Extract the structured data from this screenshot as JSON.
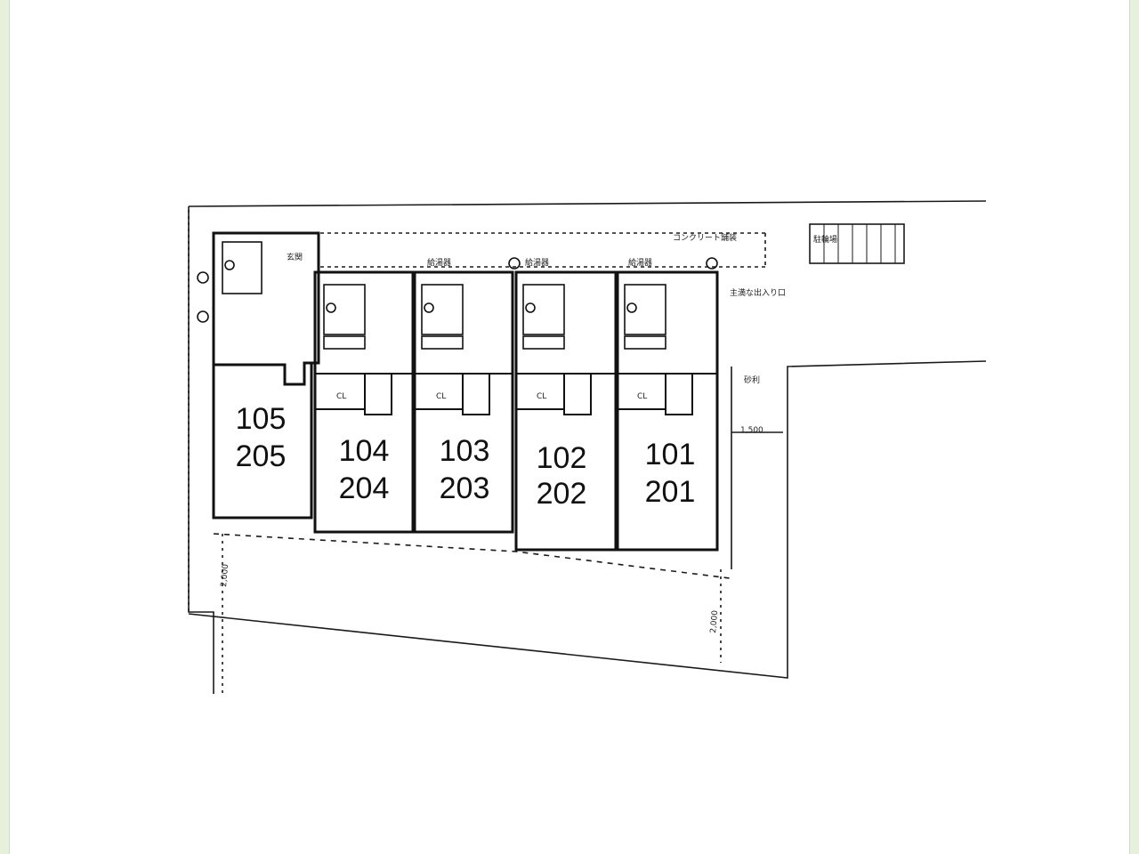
{
  "units": [
    {
      "id": "unit-105-205",
      "top": "105",
      "bottom": "205"
    },
    {
      "id": "unit-104-204",
      "top": "104",
      "bottom": "204"
    },
    {
      "id": "unit-103-203",
      "top": "103",
      "bottom": "203"
    },
    {
      "id": "unit-102-202",
      "top": "102",
      "bottom": "202"
    },
    {
      "id": "unit-101-201",
      "top": "101",
      "bottom": "201"
    }
  ],
  "annotations": {
    "main_entrance": "主満な出入り口",
    "concrete": "コンクリート舗装",
    "gravel": "砂利",
    "bicycle_parking": "駐輪場",
    "entrance_area": "玄関",
    "water_meter": "給湯器",
    "closet_short": "CL",
    "dim_right": "1,500",
    "dim_left": "2,000",
    "dim_bottom": "2,000"
  }
}
